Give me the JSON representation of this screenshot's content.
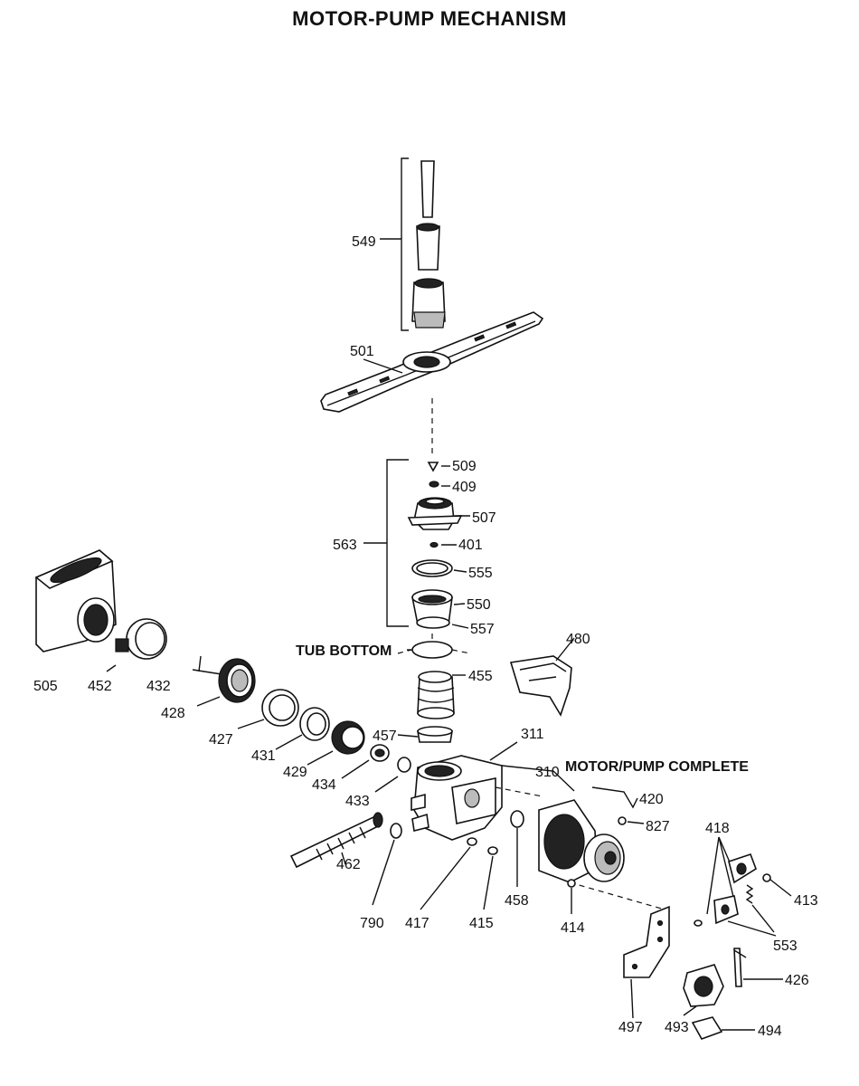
{
  "title": "MOTOR-PUMP MECHANISM",
  "annotations": {
    "tub_bottom": "TUB BOTTOM",
    "motor_pump_complete": "MOTOR/PUMP COMPLETE"
  },
  "parts": {
    "p549": "549",
    "p501": "501",
    "p509": "509",
    "p409": "409",
    "p507": "507",
    "p563": "563",
    "p401": "401",
    "p555": "555",
    "p550": "550",
    "p557": "557",
    "p480": "480",
    "p505": "505",
    "p452": "452",
    "p432": "432",
    "p428": "428",
    "p455": "455",
    "p427": "427",
    "p457": "457",
    "p311": "311",
    "p431": "431",
    "p429": "429",
    "p434": "434",
    "p310": "310",
    "p433": "433",
    "p420": "420",
    "p827": "827",
    "p418": "418",
    "p462": "462",
    "p413": "413",
    "p790": "790",
    "p417": "417",
    "p415": "415",
    "p458": "458",
    "p414": "414",
    "p553": "553",
    "p426": "426",
    "p497": "497",
    "p493": "493",
    "p494": "494"
  }
}
